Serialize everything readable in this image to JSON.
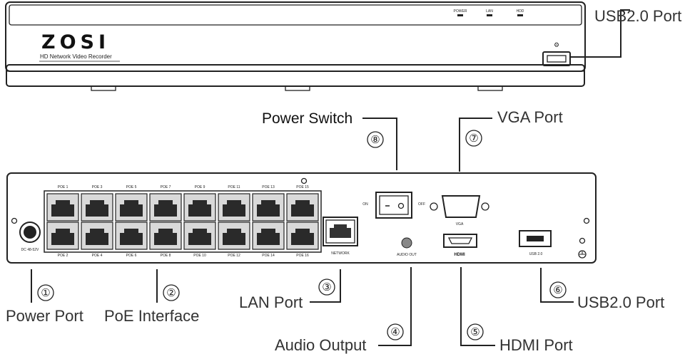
{
  "front_panel": {
    "brand": "ZOSI",
    "subtitle": "HD Network Video Recorder",
    "leds": [
      "POWER",
      "LAN",
      "HDD"
    ]
  },
  "rear_panel": {
    "poe_top": [
      "POE 1",
      "POE 3",
      "POE 5",
      "POE 7",
      "POE 9",
      "POE 11",
      "POE 13",
      "POE 15"
    ],
    "poe_bottom": [
      "POE 2",
      "POE 4",
      "POE 6",
      "POE 8",
      "POE 10",
      "POE 12",
      "POE 14",
      "POE 16"
    ],
    "dc_label": "DC 48-52V",
    "network_label": "NETWORK",
    "on_label": "ON",
    "off_label": "OFF",
    "vga_label": "VGA",
    "audio_label": "AUDIO OUT",
    "hdmi_label": "HDMI",
    "usb_label": "USB 2.0"
  },
  "callouts": {
    "usb_front": "USB2.0 Port",
    "power_switch": "Power Switch",
    "power_switch_num": "⑧",
    "vga_port": "VGA Port",
    "vga_num": "⑦",
    "power_port": "Power Port",
    "power_port_num": "①",
    "poe_interface": "PoE Interface",
    "poe_num": "②",
    "lan_port": "LAN Port",
    "lan_num": "③",
    "audio_output": "Audio Output",
    "audio_num": "④",
    "hdmi_port": "HDMI Port",
    "hdmi_num": "⑤",
    "usb_rear": "USB2.0 Port",
    "usb_rear_num": "⑥"
  }
}
